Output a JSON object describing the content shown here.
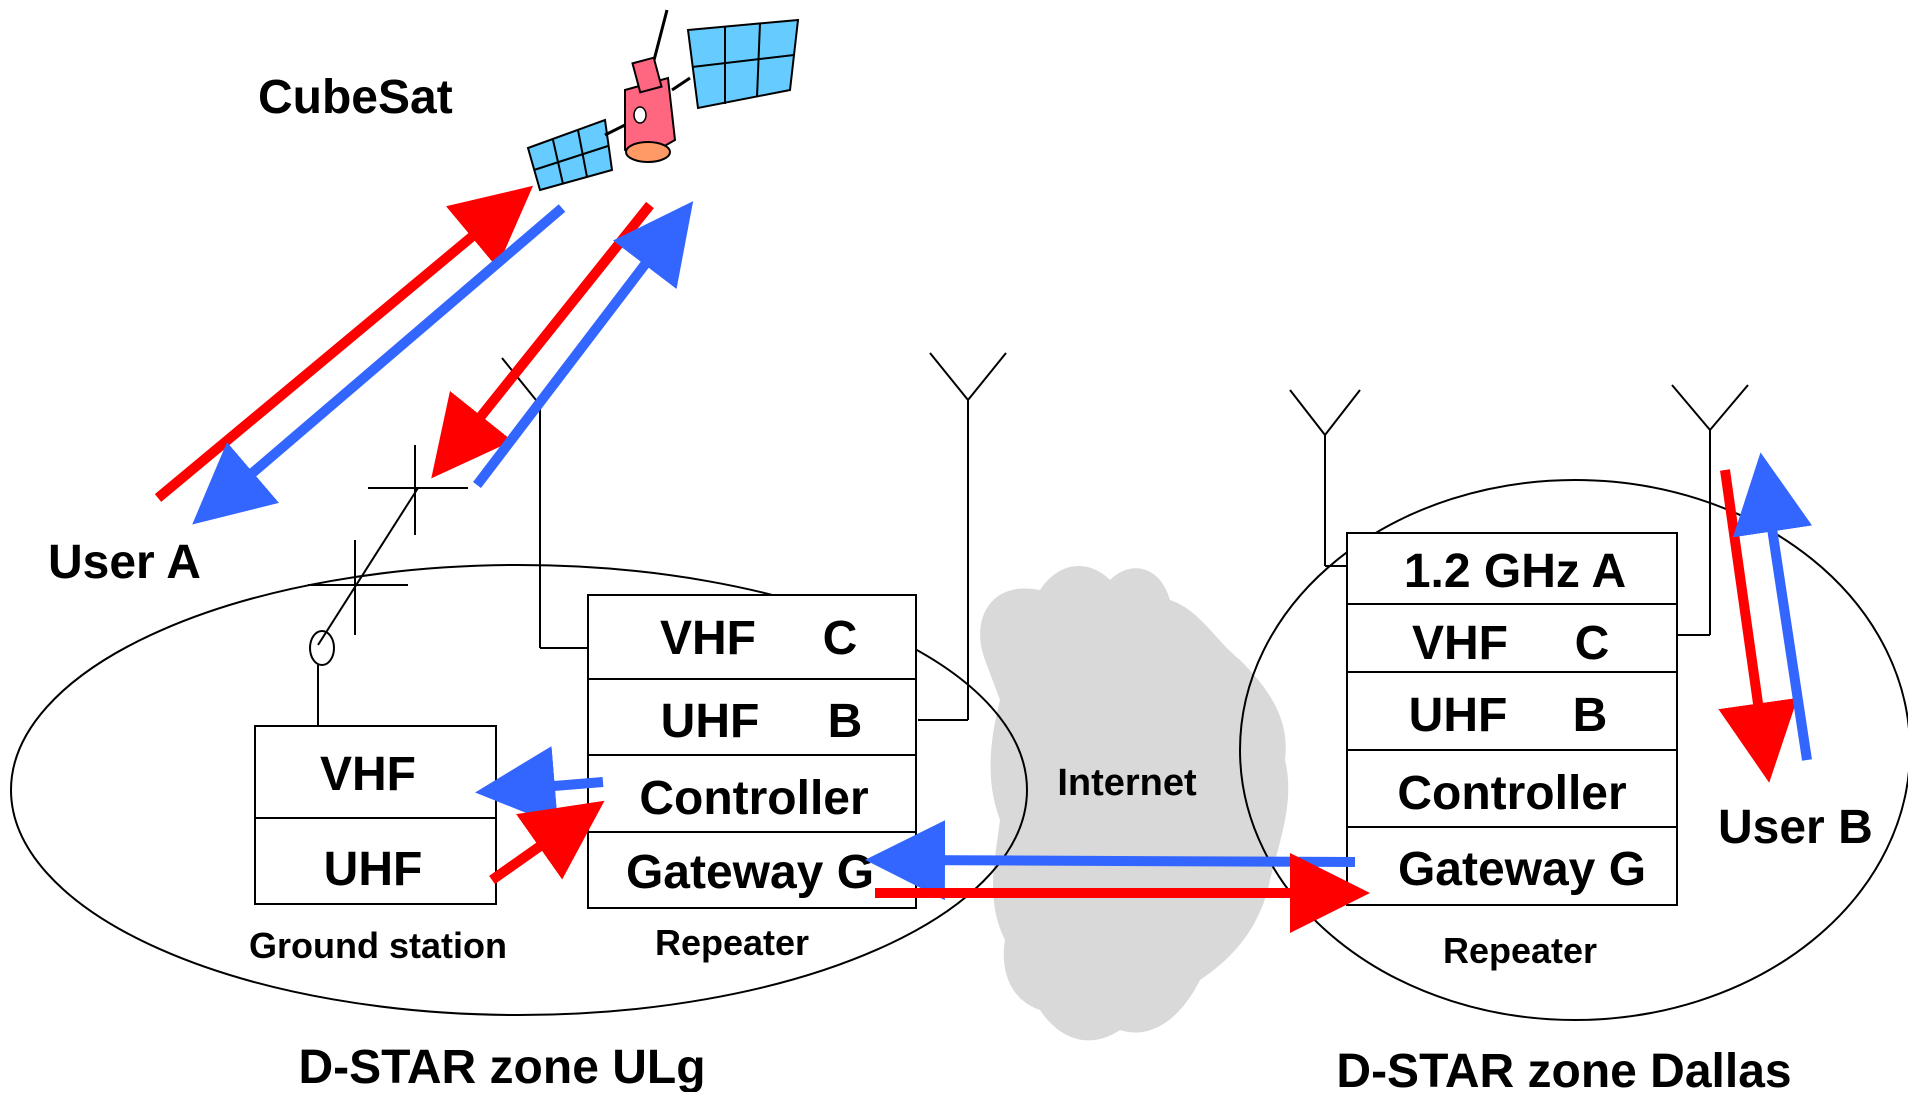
{
  "labels": {
    "cubesat": "CubeSat",
    "user_a": "User A",
    "user_b": "User B",
    "internet": "Internet",
    "ground_station": "Ground station",
    "repeater_ulg": "Repeater",
    "repeater_dallas": "Repeater",
    "zone_ulg": "D-STAR zone ULg",
    "zone_dallas": "D-STAR zone Dallas"
  },
  "ground_station": {
    "rows": [
      "VHF",
      "UHF"
    ]
  },
  "repeater_ulg": {
    "rows": [
      {
        "band": "VHF",
        "module": "C"
      },
      {
        "band": "UHF",
        "module": "B"
      },
      {
        "band": "Controller",
        "module": ""
      },
      {
        "band": "Gateway G",
        "module": ""
      }
    ]
  },
  "repeater_dallas": {
    "rows": [
      {
        "band": "1.2 GHz A",
        "module": ""
      },
      {
        "band": "VHF",
        "module": "C"
      },
      {
        "band": "UHF",
        "module": "B"
      },
      {
        "band": "Controller",
        "module": ""
      },
      {
        "band": "Gateway G",
        "module": ""
      }
    ]
  },
  "colors": {
    "uplink": "#ff0000",
    "downlink": "#3366ff",
    "cloud": "#d9d9d9",
    "satellite_panel": "#66ccff",
    "satellite_body": "#ff6680"
  },
  "icons": {
    "satellite": "satellite-icon",
    "antenna": "antenna-icon",
    "yagi": "yagi-antenna-icon",
    "cloud": "cloud-icon"
  }
}
